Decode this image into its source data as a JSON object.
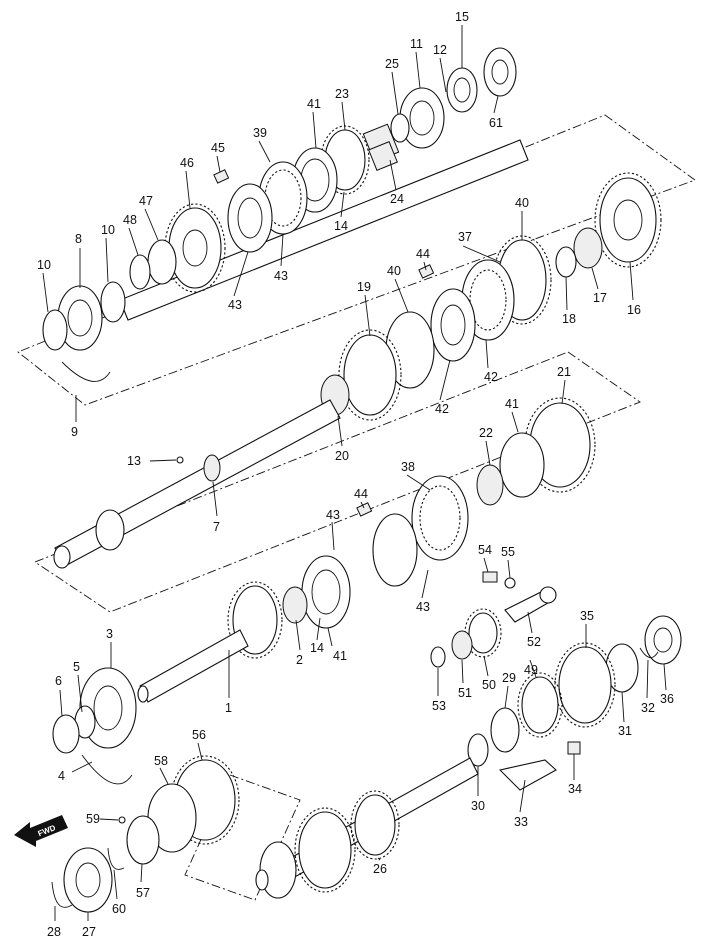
{
  "diagram": {
    "fwd_label": "FWD",
    "callouts": [
      {
        "id": "1",
        "label": "1"
      },
      {
        "id": "2",
        "label": "2"
      },
      {
        "id": "3",
        "label": "3"
      },
      {
        "id": "4",
        "label": "4"
      },
      {
        "id": "5",
        "label": "5"
      },
      {
        "id": "6",
        "label": "6"
      },
      {
        "id": "7",
        "label": "7"
      },
      {
        "id": "8",
        "label": "8"
      },
      {
        "id": "9",
        "label": "9"
      },
      {
        "id": "10a",
        "label": "10"
      },
      {
        "id": "10b",
        "label": "10"
      },
      {
        "id": "11",
        "label": "11"
      },
      {
        "id": "12",
        "label": "12"
      },
      {
        "id": "13",
        "label": "13"
      },
      {
        "id": "14a",
        "label": "14"
      },
      {
        "id": "14b",
        "label": "14"
      },
      {
        "id": "15",
        "label": "15"
      },
      {
        "id": "16",
        "label": "16"
      },
      {
        "id": "17",
        "label": "17"
      },
      {
        "id": "18",
        "label": "18"
      },
      {
        "id": "19",
        "label": "19"
      },
      {
        "id": "20",
        "label": "20"
      },
      {
        "id": "21",
        "label": "21"
      },
      {
        "id": "22",
        "label": "22"
      },
      {
        "id": "23",
        "label": "23"
      },
      {
        "id": "24",
        "label": "24"
      },
      {
        "id": "25",
        "label": "25"
      },
      {
        "id": "26",
        "label": "26"
      },
      {
        "id": "27",
        "label": "27"
      },
      {
        "id": "28",
        "label": "28"
      },
      {
        "id": "29",
        "label": "29"
      },
      {
        "id": "30",
        "label": "30"
      },
      {
        "id": "31",
        "label": "31"
      },
      {
        "id": "32",
        "label": "32"
      },
      {
        "id": "33",
        "label": "33"
      },
      {
        "id": "34",
        "label": "34"
      },
      {
        "id": "35",
        "label": "35"
      },
      {
        "id": "36",
        "label": "36"
      },
      {
        "id": "37",
        "label": "37"
      },
      {
        "id": "38",
        "label": "38"
      },
      {
        "id": "39",
        "label": "39"
      },
      {
        "id": "40a",
        "label": "40"
      },
      {
        "id": "40b",
        "label": "40"
      },
      {
        "id": "41a",
        "label": "41"
      },
      {
        "id": "41b",
        "label": "41"
      },
      {
        "id": "41c",
        "label": "41"
      },
      {
        "id": "42a",
        "label": "42"
      },
      {
        "id": "42b",
        "label": "42"
      },
      {
        "id": "43a",
        "label": "43"
      },
      {
        "id": "43b",
        "label": "43"
      },
      {
        "id": "43c",
        "label": "43"
      },
      {
        "id": "43d",
        "label": "43"
      },
      {
        "id": "44a",
        "label": "44"
      },
      {
        "id": "44b",
        "label": "44"
      },
      {
        "id": "45",
        "label": "45"
      },
      {
        "id": "46",
        "label": "46"
      },
      {
        "id": "47",
        "label": "47"
      },
      {
        "id": "48",
        "label": "48"
      },
      {
        "id": "49",
        "label": "49"
      },
      {
        "id": "50",
        "label": "50"
      },
      {
        "id": "51",
        "label": "51"
      },
      {
        "id": "52",
        "label": "52"
      },
      {
        "id": "53",
        "label": "53"
      },
      {
        "id": "54",
        "label": "54"
      },
      {
        "id": "55",
        "label": "55"
      },
      {
        "id": "56",
        "label": "56"
      },
      {
        "id": "57",
        "label": "57"
      },
      {
        "id": "58",
        "label": "58"
      },
      {
        "id": "59",
        "label": "59"
      },
      {
        "id": "60",
        "label": "60"
      },
      {
        "id": "61",
        "label": "61"
      }
    ]
  }
}
